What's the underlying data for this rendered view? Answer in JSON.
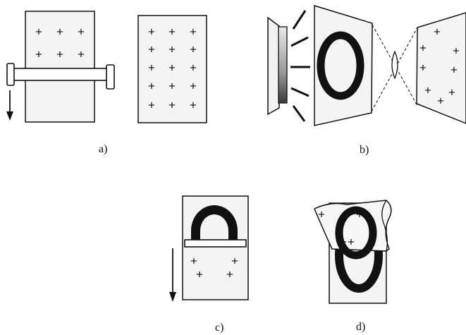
{
  "panels": {
    "a": {
      "label": "a)",
      "sheet_left_marks": 6,
      "sheet_right_marks": 15
    },
    "b": {
      "label": "b)",
      "marks": 8
    },
    "c": {
      "label": "c)",
      "marks": 4
    },
    "d": {
      "label": "d)",
      "marks": 4
    }
  },
  "mark_glyph": "+",
  "colors": {
    "ink": "#111111",
    "sheet_fill": "#f4f4f4",
    "white": "#ffffff"
  }
}
